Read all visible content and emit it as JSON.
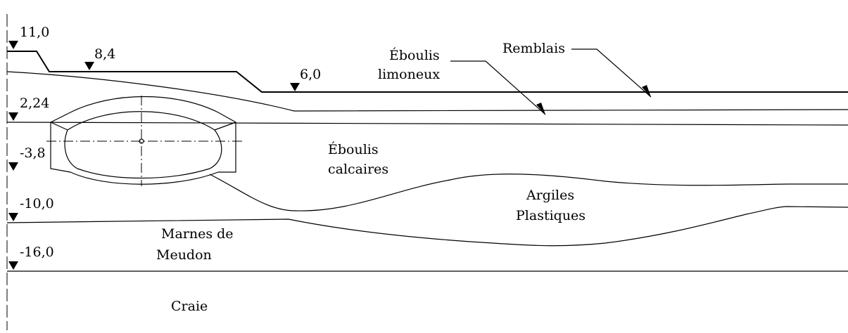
{
  "levels": [
    {
      "id": "l1",
      "text": "11,0"
    },
    {
      "id": "l2",
      "text": "8,4"
    },
    {
      "id": "l3",
      "text": "6,0"
    },
    {
      "id": "l4",
      "text": "2,24"
    },
    {
      "id": "l5",
      "text": "-3,8"
    },
    {
      "id": "l6",
      "text": "-10,0"
    },
    {
      "id": "l7",
      "text": "-16,0"
    }
  ],
  "layers": {
    "remblais": "Remblais",
    "eboulis_limoneux": [
      "Éboulis",
      "limoneux"
    ],
    "eboulis_calcaires": [
      "Éboulis",
      "calcaires"
    ],
    "argiles": [
      "Argiles",
      "Plastiques"
    ],
    "marnes": [
      "Marnes de",
      "Meudon"
    ],
    "craie": "Craie"
  }
}
